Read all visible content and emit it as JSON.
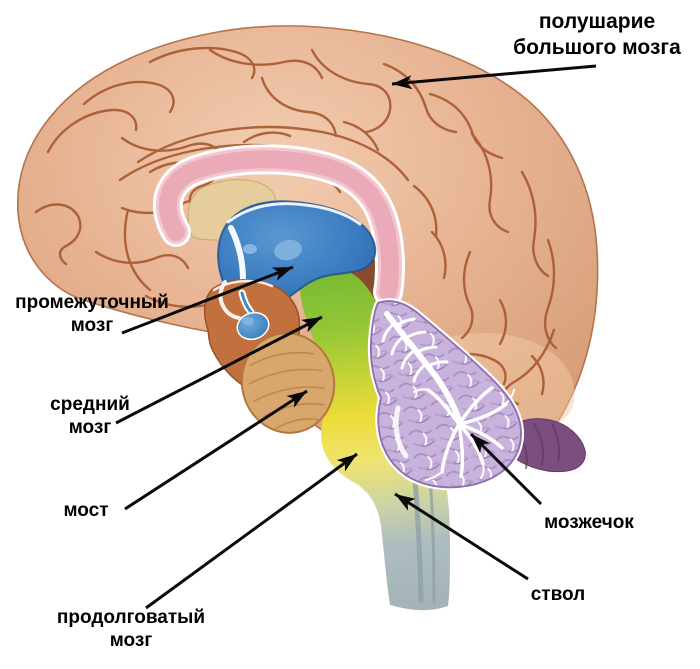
{
  "figure": {
    "type": "anatomical-diagram",
    "subject": "human brain, sagittal section"
  },
  "labels": {
    "hemisphere": {
      "line1": "полушарие",
      "line2": "большого мозга"
    },
    "diencephalon": {
      "line1": "промежуточный",
      "line2": "мозг"
    },
    "midbrain": {
      "line1": "средний",
      "line2": "мозг"
    },
    "pons": {
      "line1": "мост"
    },
    "medulla": {
      "line1": "продолговатый",
      "line2": "мозг"
    },
    "cerebellum": {
      "line1": "мозжечок"
    },
    "brainstem": {
      "line1": "ствол"
    }
  },
  "colors": {
    "background": "#ffffff",
    "label_text": "#000000",
    "leader_line": "#0a0a0a",
    "cortex": "#e7b494",
    "sulcus": "#a8582f",
    "corpus_callosum_pink": "#f3c6d0",
    "septum_cream": "#e6cd9c",
    "thalamus_blue": "#3b7cc0",
    "hypothalamus_orange": "#c2703e",
    "pituitary_blue": "#4189c6",
    "midbrain_green": "#7fbf3a",
    "medulla_yellow": "#eedd3a",
    "spinal_cord_gray": "#a9b8bc",
    "pons_tan": "#d8a76d",
    "cerebellum_lavender": "#c8b3dc",
    "occipital_purple": "#7b4e7f"
  }
}
